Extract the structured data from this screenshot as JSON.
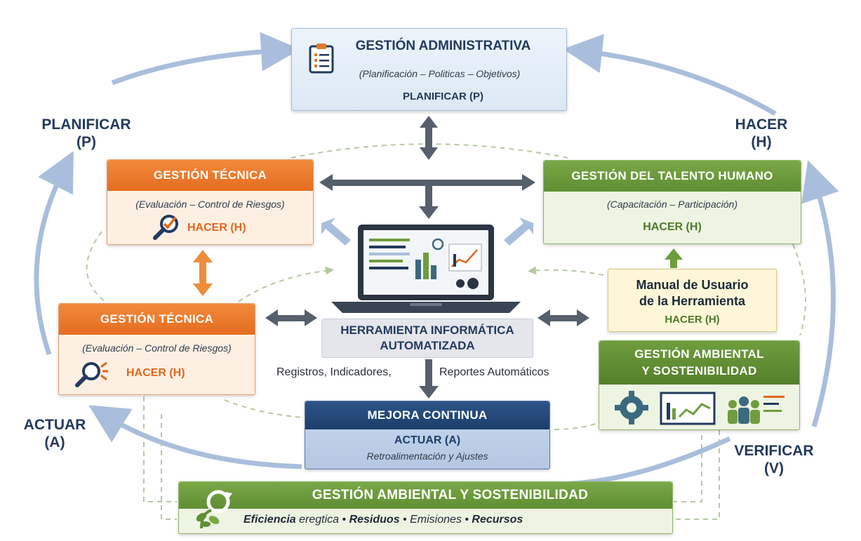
{
  "cycle": {
    "planificar": [
      "PLANIFICAR",
      "(P)"
    ],
    "hacer": [
      "HACER",
      "(H)"
    ],
    "verificar": [
      "VERIFICAR",
      "(V)"
    ],
    "actuar": [
      "ACTUAR",
      "(A)"
    ]
  },
  "admin": {
    "title": "GESTIÓN ADMINISTRATIVA",
    "subtitle": "(Planificación – Politicas – Objetivos)",
    "tag": "PLANIFICAR (P)",
    "icon": "clipboard-icon"
  },
  "tecnica_1": {
    "title": "GESTIÓN TÉCNICA",
    "subtitle": "(Evaluación – Control de Riesgos)",
    "tag": "HACER (H)",
    "icon": "magnifier-check-icon"
  },
  "tecnica_2": {
    "title": "GESTIÓN TÉCNICA",
    "subtitle": "(Evaluación – Control de Riesgos)",
    "tag": "HACER (H)",
    "icon": "magnifier-alert-icon"
  },
  "talento": {
    "title": "GESTIÓN DEL TALENTO HUMANO",
    "subtitle": "(Capacitación – Participación)",
    "tag": "HACER (H)"
  },
  "manual": {
    "line1": "Manual de Usuario",
    "line2": "de la Herramienta",
    "tag": "HACER (H)"
  },
  "ambiental_right": {
    "line1": "GESTIÓN AMBIENTAL",
    "line2": "Y SOSTENIBILIDAD",
    "icons": [
      "gear-icon",
      "chart-board-icon",
      "team-icon"
    ]
  },
  "tool": {
    "line1": "HERRAMIENTA INFORMÁTICA",
    "line2": "AUTOMATIZADA",
    "icon": "laptop-dashboard-icon",
    "outputs_left": "Registros, Indicadores,",
    "outputs_right": "Reportes Automáticos"
  },
  "mejora": {
    "title": "MEJORA CONTINUA",
    "tag": "ACTUAR (A)",
    "subtitle": "Retroalimentación y Ajustes"
  },
  "ambiental_bottom": {
    "title": "GESTIÓN AMBIENTAL Y SOSTENIBILIDAD",
    "item1": "Eficiencia",
    "item1_rest": " eregtica",
    "item2": "Residuos",
    "item3": "Emisiones",
    "item4": "Recursos",
    "separator": " • ",
    "icon": "recycle-plant-icon"
  },
  "colors": {
    "navy": "#233a5e",
    "orange": "#e56c1f",
    "green": "#5f8e33",
    "cycle_arrow": "#a9bedc",
    "connector": "#56606c"
  }
}
